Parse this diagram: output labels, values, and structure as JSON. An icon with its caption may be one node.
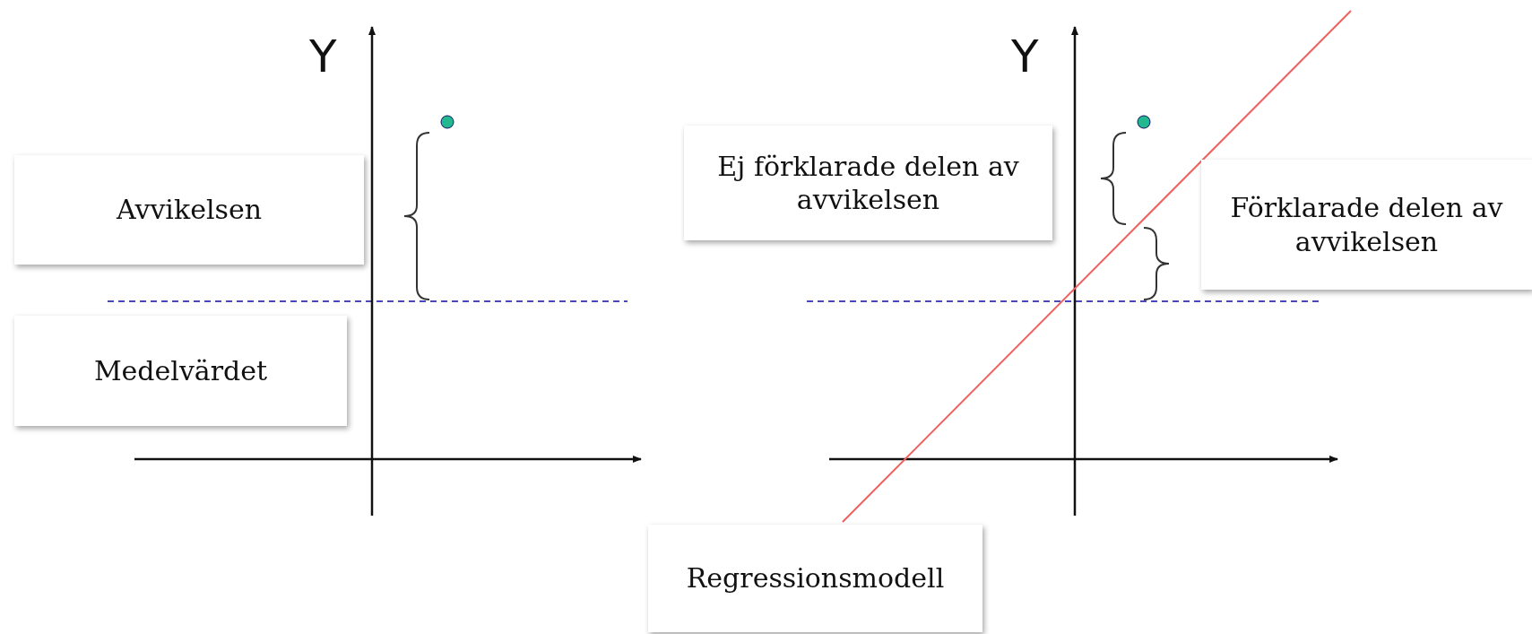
{
  "diagram": {
    "nodes": [
      {
        "text": [
          "Avvikelsen"
        ]
      },
      {
        "text": [
          "Medelvärdet"
        ]
      },
      {
        "text": [
          "Ej förklarade delen av avvikelsen"
        ]
      },
      {
        "text": [
          "Förklarade delen av avvikelsen"
        ]
      },
      {
        "text": [
          "Regressionsmodell"
        ]
      }
    ],
    "labels": [
      "Y",
      "Y"
    ]
  }
}
